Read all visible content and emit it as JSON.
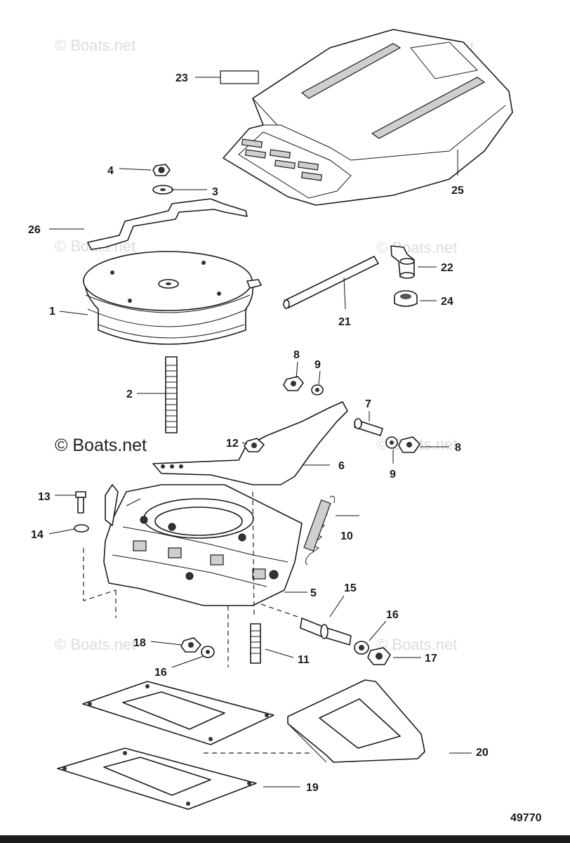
{
  "diagram_id": "49770",
  "watermarks": {
    "small": "© Boats.net",
    "large": "© Boats.net"
  },
  "callouts": {
    "c1": "1",
    "c2": "2",
    "c3": "3",
    "c4": "4",
    "c5": "5",
    "c6": "6",
    "c7": "7",
    "c8a": "8",
    "c8b": "8",
    "c9a": "9",
    "c9b": "9",
    "c10": "10",
    "c11": "11",
    "c12": "12",
    "c13": "13",
    "c14": "14",
    "c15": "15",
    "c16a": "16",
    "c16b": "16",
    "c17": "17",
    "c18": "18",
    "c19": "19",
    "c20": "20",
    "c21": "21",
    "c22": "22",
    "c23": "23",
    "c24": "24",
    "c25": "25",
    "c26": "26"
  },
  "colors": {
    "ink": "#1a1a1a",
    "watermark": "#dcdcdc",
    "bar": "#1b1b1b"
  }
}
